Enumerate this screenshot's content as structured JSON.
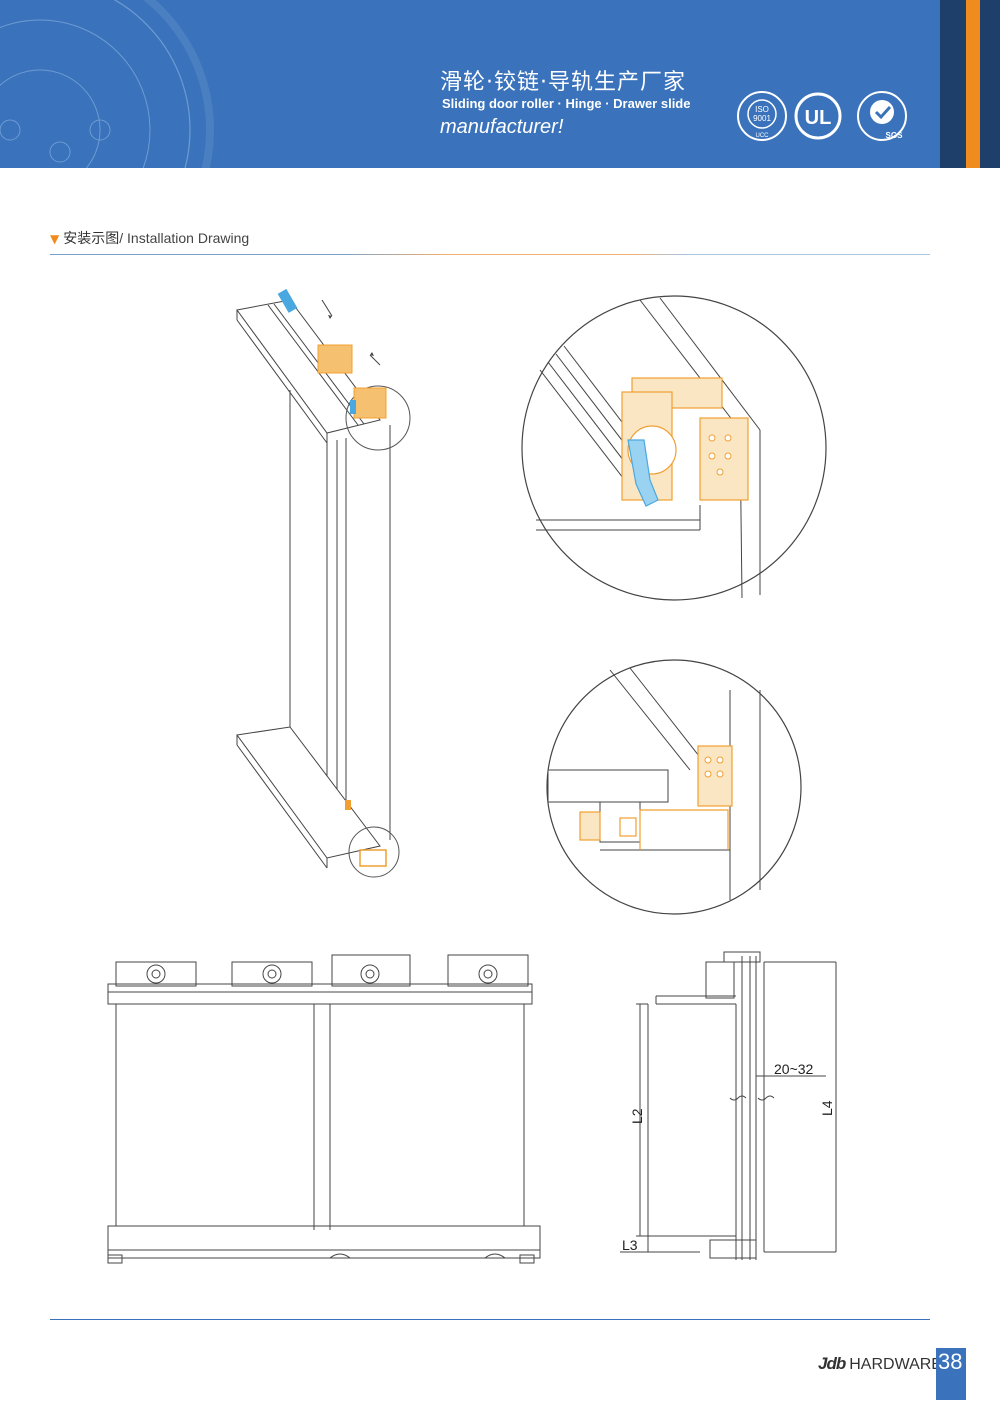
{
  "header": {
    "title_cn": "滑轮·铰链·导轨生产厂家",
    "title_en_line1": "Sliding door roller · Hinge · Drawer slide",
    "title_en_line2": "manufacturer!",
    "cert_logos": [
      {
        "name": "iso-9001-seal",
        "text": "ISO 9001"
      },
      {
        "name": "ul-mark",
        "text": "UL"
      },
      {
        "name": "sgs-seal",
        "text": "SGS"
      }
    ]
  },
  "section": {
    "title_cn": "安装示图",
    "title_en": "/ Installation Drawing"
  },
  "dimensions": {
    "gap": "20~32",
    "l2": "L2",
    "l3": "L3",
    "l4": "L4"
  },
  "footer": {
    "brand_logo": "Jdb",
    "brand_text": "HARDWARE",
    "page_number": "38"
  },
  "colors": {
    "header_blue": "#3a73bb",
    "accent_orange": "#f08c1e",
    "part_orange": "#f0a030",
    "part_blue": "#4aa8e0",
    "stripe_dark": "#1f3f6b"
  }
}
